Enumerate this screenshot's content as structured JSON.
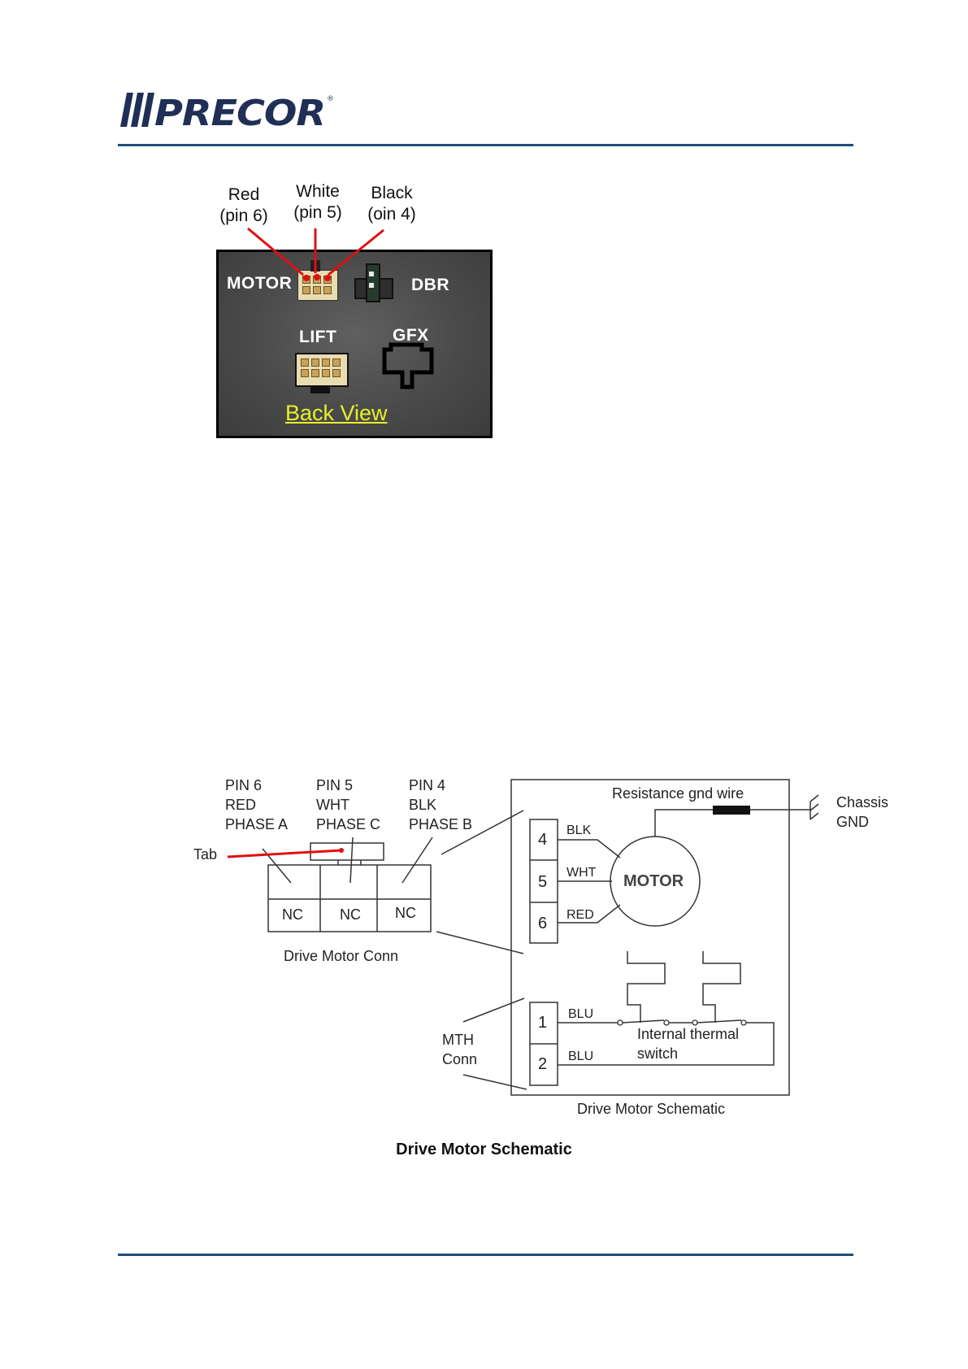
{
  "brand": {
    "logo_text": "PRECOR",
    "accent": "#1f4e79"
  },
  "photo": {
    "callouts": [
      {
        "line1": "Red",
        "line2": "(pin 6)"
      },
      {
        "line1": "White",
        "line2": "(pin 5)"
      },
      {
        "line1": "Black",
        "line2": "(oin 4)"
      }
    ],
    "labels": {
      "motor": "MOTOR",
      "dbr": "DBR",
      "lift": "LIFT",
      "gfx": "GFX"
    },
    "link_text": "Back View",
    "link_color": "#e7f02a",
    "callout_line_color": "#e01010"
  },
  "schematic": {
    "pins": [
      {
        "l1": "PIN 6",
        "l2": "RED",
        "l3": "PHASE A"
      },
      {
        "l1": "PIN 5",
        "l2": "WHT",
        "l3": "PHASE C"
      },
      {
        "l1": "PIN 4",
        "l2": "BLK",
        "l3": "PHASE B"
      }
    ],
    "tab_label": "Tab",
    "nc_labels": [
      "NC",
      "NC",
      "NC"
    ],
    "conn_label": "Drive Motor Conn",
    "mth_label_1": "MTH",
    "mth_label_2": "Conn",
    "gnd_wire_label": "Resistance gnd wire",
    "chassis_1": "Chassis",
    "chassis_2": "GND",
    "terminal_nums": [
      "4",
      "5",
      "6",
      "1",
      "2"
    ],
    "wire_labels": [
      "BLK",
      "WHT",
      "RED",
      "BLU",
      "BLU"
    ],
    "motor_label": "MOTOR",
    "switch_1": "Internal thermal",
    "switch_2": "switch",
    "schematic_title": "Drive Motor Schematic"
  },
  "caption": "Drive Motor Schematic"
}
